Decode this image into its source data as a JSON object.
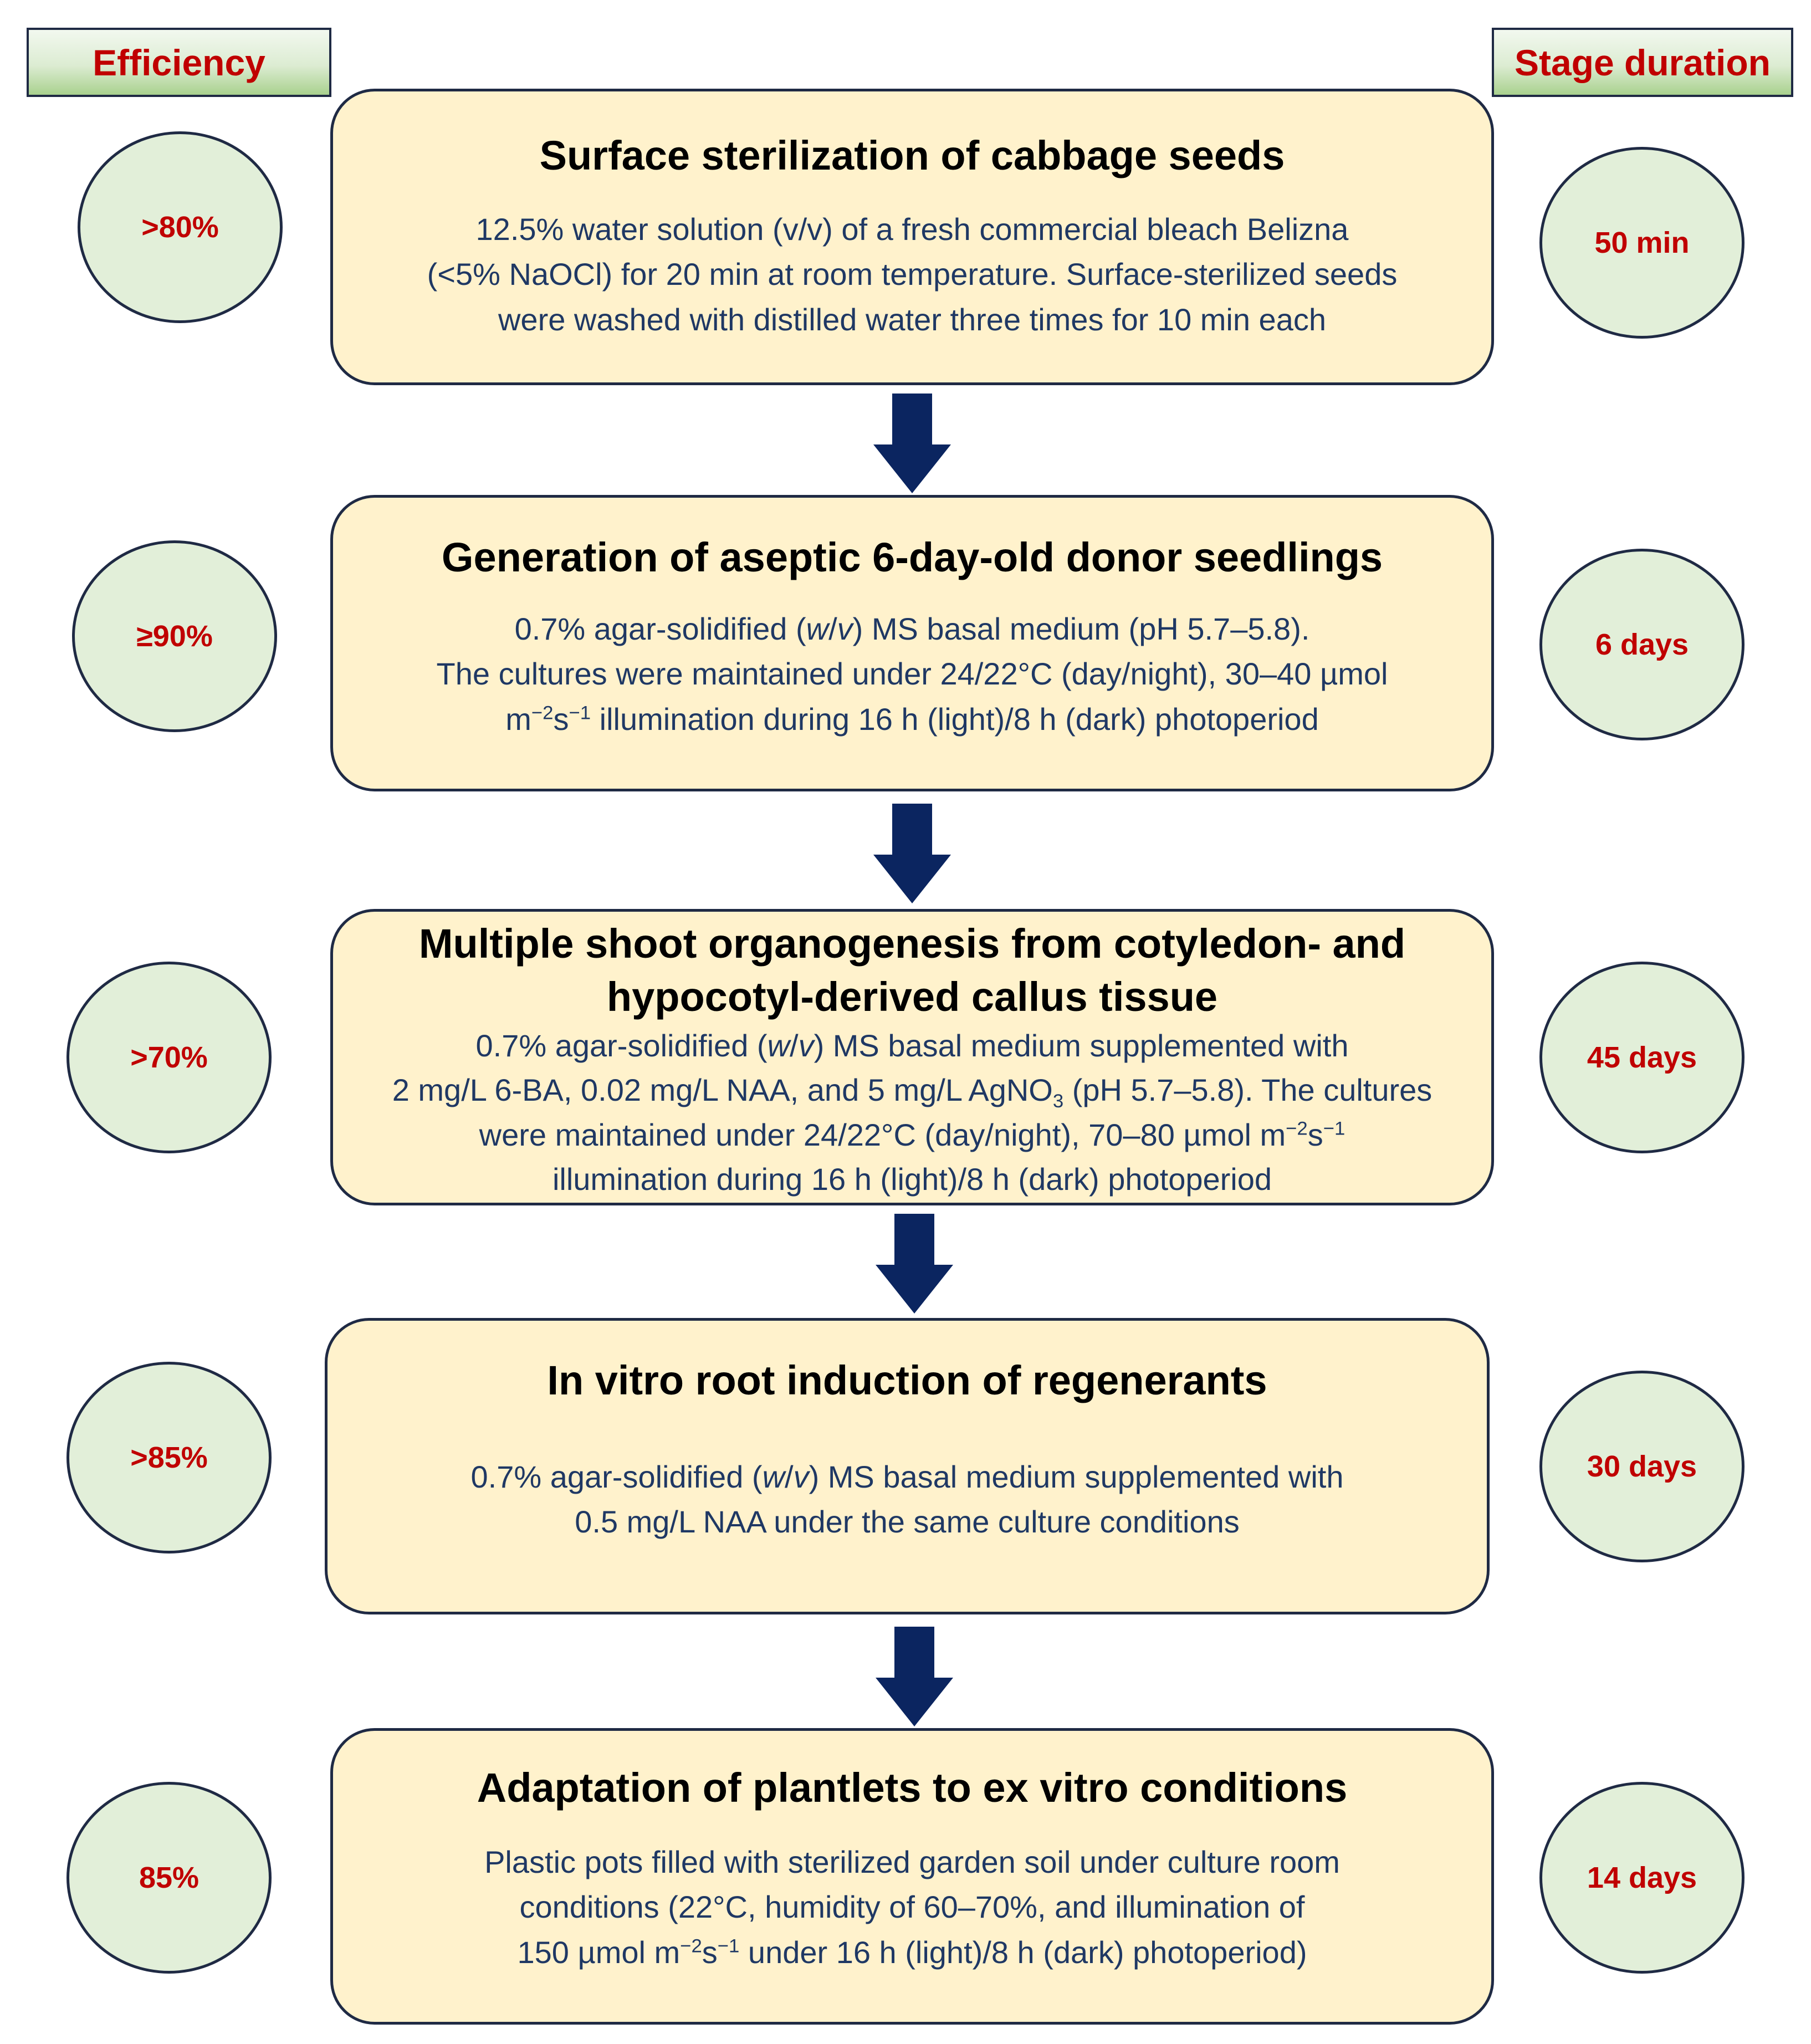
{
  "headers": {
    "efficiency": "Efficiency",
    "stage_duration": "Stage duration"
  },
  "stages": [
    {
      "title": [
        "Surface sterilization of cabbage seeds"
      ],
      "desc": [
        "12.5% water solution (v/v) of a fresh commercial bleach Belizna",
        "(<5% NaOCl) for 20 min at room temperature. Surface-sterilized seeds",
        "were washed with distilled water three times for 10 min each"
      ],
      "efficiency": ">80%",
      "duration": "50 min"
    },
    {
      "title": [
        "Generation of aseptic 6-day-old donor seedlings"
      ],
      "desc": [
        "0.7% agar-solidified (w/v) MS basal medium (pH 5.7–5.8).",
        "The cultures were maintained under 24/22°C (day/night), 30–40 µmol",
        "m⁻²s⁻¹ illumination during 16 h (light)/8 h (dark) photoperiod"
      ],
      "efficiency": "≥90%",
      "duration": "6 days"
    },
    {
      "title": [
        "Multiple shoot organogenesis from cotyledon- and",
        "hypocotyl-derived callus tissue"
      ],
      "desc": [
        "0.7% agar-solidified (w/v) MS basal medium supplemented with",
        "2 mg/L 6-BA, 0.02 mg/L NAA, and 5 mg/L AgNO₃ (pH 5.7–5.8). The cultures",
        "were maintained under 24/22°C (day/night), 70–80 µmol m⁻²s⁻¹",
        "illumination during 16 h (light)/8 h (dark) photoperiod"
      ],
      "efficiency": ">70%",
      "duration": "45 days"
    },
    {
      "title": [
        "In vitro root induction of regenerants"
      ],
      "desc": [
        "0.7% agar-solidified (w/v) MS basal medium supplemented with",
        "0.5 mg/L NAA under the same culture conditions"
      ],
      "efficiency": ">85%",
      "duration": "30 days"
    },
    {
      "title": [
        "Adaptation of plantlets to ex vitro conditions"
      ],
      "desc": [
        "Plastic pots filled with sterilized garden soil under culture room",
        "conditions (22°C, humidity of 60–70%, and illumination of",
        "150 µmol m⁻²s⁻¹ under 16 h (light)/8 h (dark) photoperiod)"
      ],
      "efficiency": "85%",
      "duration": "14 days"
    }
  ],
  "colors": {
    "box_fill": "#fff2cc",
    "circle_fill": "#e2efd9",
    "outline": "#1f2a44",
    "arrow": "#0b2560",
    "accent_text": "#c00000",
    "desc_text": "#1f3864"
  }
}
